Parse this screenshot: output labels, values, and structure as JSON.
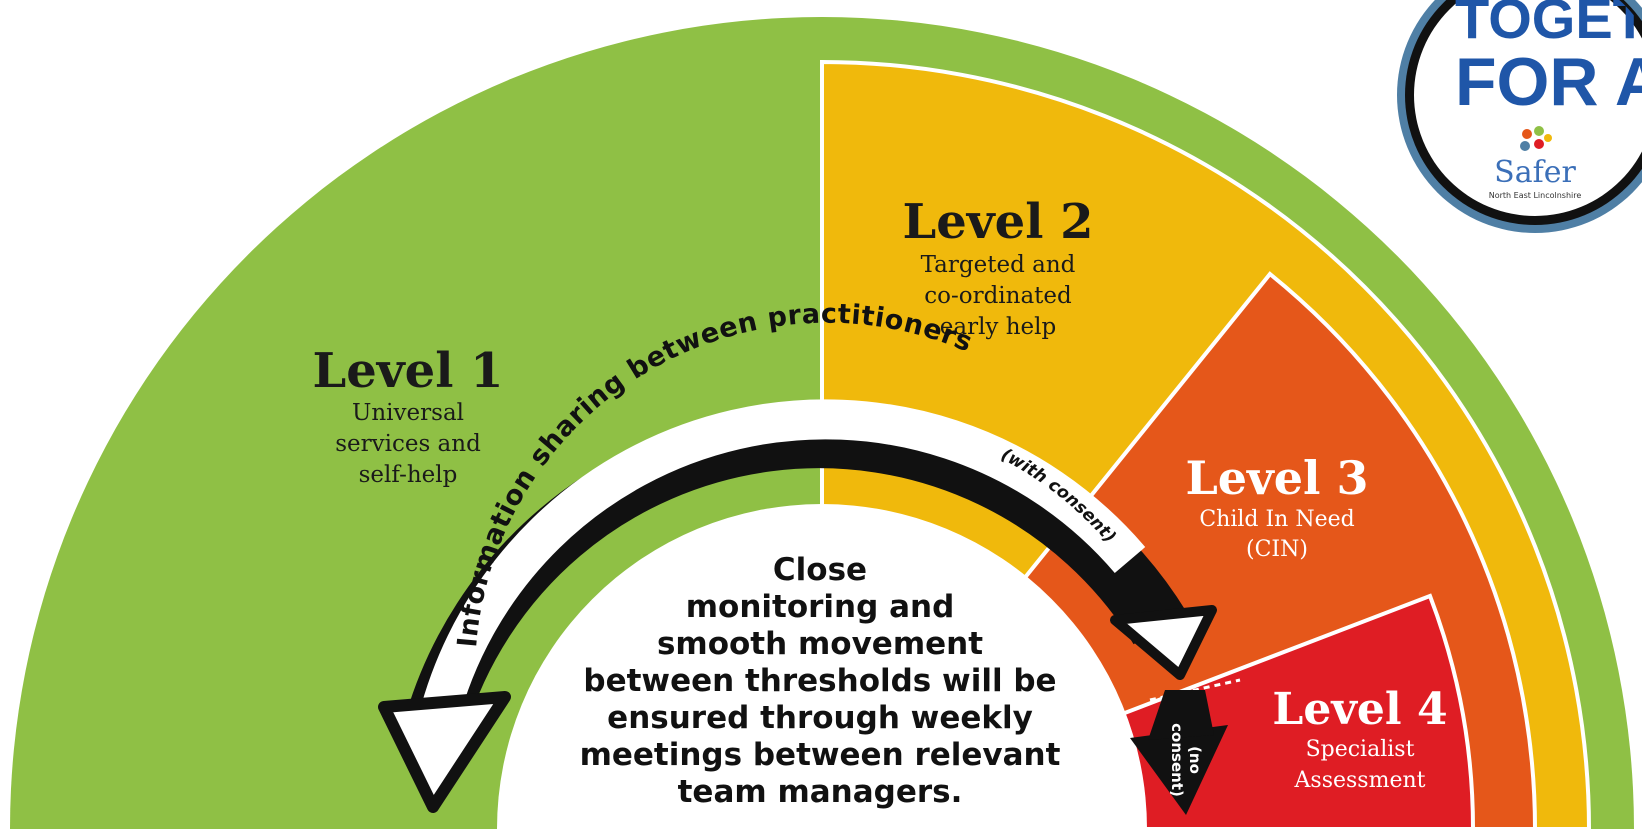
{
  "colors": {
    "level1": "#8fc045",
    "level2": "#f0b90c",
    "level3": "#e5571a",
    "level4": "#df1d24",
    "arrow_outline": "#111111",
    "arrow_fill": "#ffffff",
    "badge_blue": "#1f56a8",
    "badge_ring": "#4f7fa5"
  },
  "levels": [
    {
      "title": "Level 1",
      "lines": [
        "Universal",
        "services and",
        "self-help"
      ]
    },
    {
      "title": "Level 2",
      "lines": [
        "Targeted and",
        "co-ordinated",
        "early help"
      ]
    },
    {
      "title": "Level 3",
      "lines": [
        "Child In Need",
        "(CIN)"
      ]
    },
    {
      "title": "Level 4",
      "lines": [
        "Specialist",
        "Assessment"
      ]
    }
  ],
  "arrow": {
    "main_label": "Information sharing between practitioners",
    "consent_label": "(with consent)",
    "no_consent_line1": "(no",
    "no_consent_line2": "consent)"
  },
  "center_text": [
    "Close",
    "monitoring and",
    "smooth movement",
    "between thresholds will be",
    "ensured through weekly",
    "meetings between relevant",
    "team managers."
  ],
  "badge": {
    "line1": "TOGETHER",
    "line2": "FOR ALL",
    "brand": "Safer",
    "sub": "North East Lincolnshire"
  }
}
